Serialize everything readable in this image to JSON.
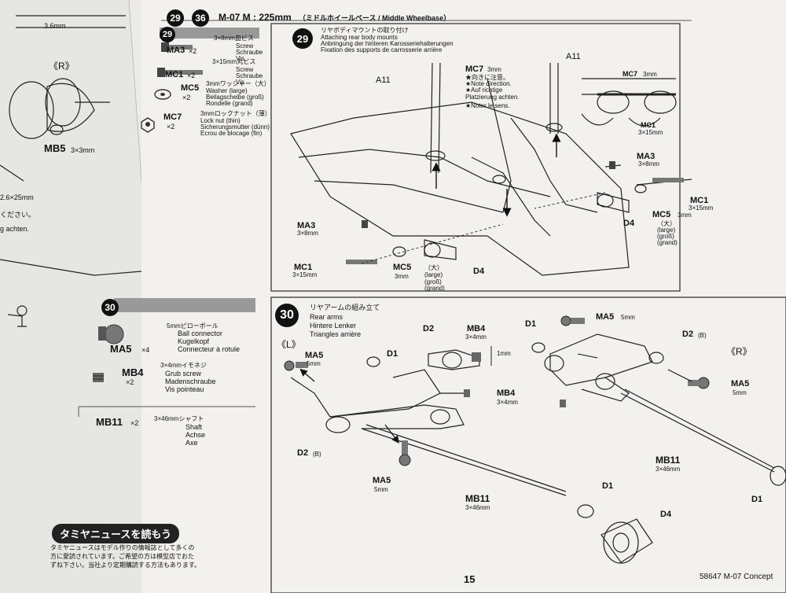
{
  "page_number": "15",
  "footer_model": "58647 M-07 Concept",
  "header": {
    "step_a": "29",
    "step_b": "36",
    "title": "M-07 M : 225mm",
    "title_jp_en": "（ミドルホイールベース / Middle Wheelbase）"
  },
  "left_fragment": {
    "dim_top": "3.6mm",
    "r_label": "《R》",
    "mb5": "MB5",
    "mb5_size": "3×3mm",
    "dim_bottom": "2.6×25mm",
    "jp_line": "ください。",
    "de_line": "g achten."
  },
  "parts29": {
    "badge": "29",
    "items": [
      {
        "code": "MA3",
        "qty": "×2",
        "jp": "3×8mm皿ビス",
        "en": "Screw",
        "de": "Schraube",
        "fr": "Vis"
      },
      {
        "code": "MC1",
        "qty": "×2",
        "jp": "3×15mm丸ビス",
        "en": "Screw",
        "de": "Schraube",
        "fr": "Vis"
      },
      {
        "code": "MC5",
        "qty": "×2",
        "jp": "3mmワッシャー（大）",
        "en": "Washer (large)",
        "de": "Beilagscheibe (groß)",
        "fr": "Rondelle (grand)"
      },
      {
        "code": "MC7",
        "qty": "×2",
        "jp": "3mmロックナット（薄）",
        "en": "Lock nut (thin)",
        "de": "Sicherungsmutter (dünn)",
        "fr": "Ecrou de blocage (fin)"
      }
    ]
  },
  "step29": {
    "badge": "29",
    "title_jp": "リヤボディマウントの取り付け",
    "title_en": "Attaching rear body mounts",
    "title_de": "Anbringung der hinteren Karosseriehalterungen",
    "title_fr": "Fixation des supports de carrosserie arrière",
    "a11_left": "A11",
    "a11_right": "A11",
    "mc7": "MC7",
    "mc7_size": "3mm",
    "note_jp": "★向きに注意。",
    "note_en": "★Note direction.",
    "note_de": "★Auf richtige Platzierung achten.",
    "note_fr": "★Noter le sens.",
    "inset_mc7": "MC7",
    "inset_mc7_size": "3mm",
    "inset_mc1": "MC1",
    "inset_mc1_size": "3×15mm",
    "ma3_r": "MA3",
    "ma3_r_size": "3×8mm",
    "mc1_r": "MC1",
    "mc1_r_size": "3×15mm",
    "mc5_r": "MC5",
    "mc5_r_size": "3mm",
    "mc5_r_large_jp": "（大）",
    "mc5_r_large": "(large)",
    "mc5_r_gross": "(groß)",
    "mc5_r_grand": "(grand)",
    "d4_r": "D4",
    "ma3_l": "MA3",
    "ma3_l_size": "3×8mm",
    "mc1_l": "MC1",
    "mc1_l_size": "3×15mm",
    "mc5_l": "MC5",
    "mc5_l_size": "3mm",
    "mc5_l_large_jp": "（大）",
    "mc5_l_large": "(large)",
    "mc5_l_gross": "(groß)",
    "mc5_l_grand": "(grand)",
    "d4_l": "D4"
  },
  "parts30": {
    "badge": "30",
    "items": [
      {
        "code": "MA5",
        "qty": "×4",
        "jp": "5mmピローボール",
        "en": "Ball connector",
        "de": "Kugelkopf",
        "fr": "Connecteur à rotule"
      },
      {
        "code": "MB4",
        "qty": "×2",
        "jp": "3×4mmイモネジ",
        "en": "Grub screw",
        "de": "Madenschraube",
        "fr": "Vis pointeau"
      },
      {
        "code": "MB11",
        "qty": "×2",
        "jp": "3×46mmシャフト",
        "en": "Shaft",
        "de": "Achse",
        "fr": "Axe"
      }
    ]
  },
  "step30": {
    "badge": "30",
    "title_jp": "リヤアームの組み立て",
    "title_en": "Rear arms",
    "title_de": "Hintere Lenker",
    "title_fr": "Triangles arrière",
    "l_side": "《L》",
    "r_side": "《R》",
    "ma5_l_top": "MA5",
    "ma5_l_top_size": "5mm",
    "d1_l": "D1",
    "d2_center": "D2",
    "mb4_top": "MB4",
    "mb4_top_size": "3×4mm",
    "gap": "1mm",
    "mb4_mid": "MB4",
    "mb4_mid_size": "3×4mm",
    "d2b_l": "D2",
    "d2b_l_suffix": "(B)",
    "ma5_l_bottom": "MA5",
    "ma5_l_bottom_size": "5mm",
    "mb11_l": "MB11",
    "mb11_l_size": "3×46mm",
    "d1_top_r": "D1",
    "ma5_r_top": "MA5",
    "ma5_r_top_size": "5mm",
    "d2b_r": "D2",
    "d2b_r_suffix": "(B)",
    "ma5_r_side": "MA5",
    "ma5_r_side_size": "5mm",
    "mb11_r": "MB11",
    "mb11_r_size": "3×46mm",
    "d1_bottom": "D1",
    "d4_bottom": "D4",
    "d1_far_r": "D1"
  },
  "news": {
    "title": "タミヤニュースを読もう",
    "line1": "タミヤニュースはモデル作りの情報誌として多くの",
    "line2": "方に愛読されています。ご希望の方は模型店でおた",
    "line3": "ずね下さい。当社より定期購読する方法もあります。"
  }
}
